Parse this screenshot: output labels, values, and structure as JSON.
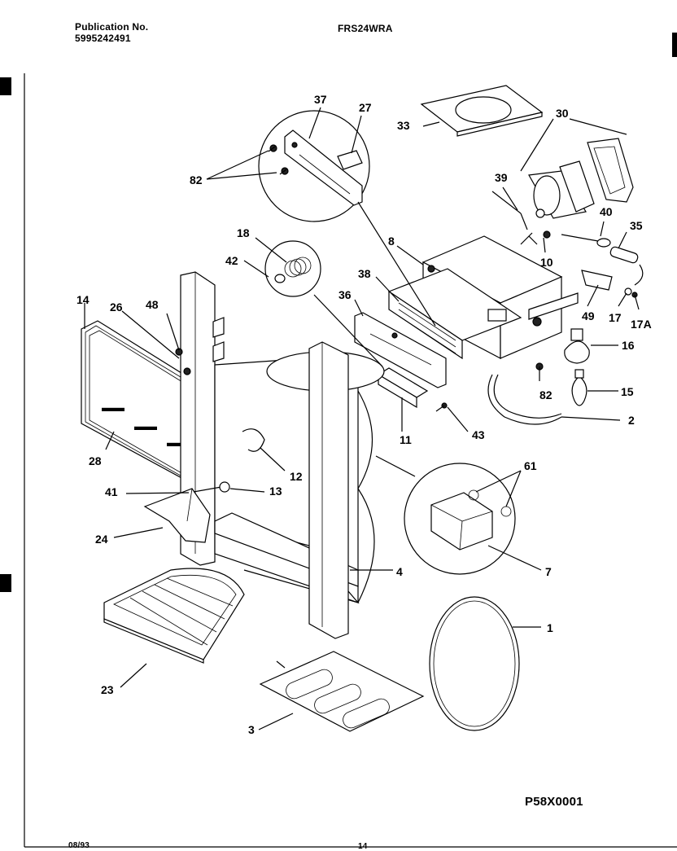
{
  "header": {
    "publication_label": "Publication No.",
    "publication_number": "5995242491",
    "model": "FRS24WRA"
  },
  "footer": {
    "date": "08/93",
    "page": "14",
    "drawing_code": "P58X0001"
  },
  "callouts": [
    {
      "id": "c37",
      "text": "37"
    },
    {
      "id": "c27",
      "text": "27"
    },
    {
      "id": "c33",
      "text": "33"
    },
    {
      "id": "c30",
      "text": "30"
    },
    {
      "id": "c82a",
      "text": "82"
    },
    {
      "id": "c39",
      "text": "39"
    },
    {
      "id": "c18",
      "text": "18"
    },
    {
      "id": "c40",
      "text": "40"
    },
    {
      "id": "c35",
      "text": "35"
    },
    {
      "id": "c42",
      "text": "42"
    },
    {
      "id": "c8",
      "text": "8"
    },
    {
      "id": "c10",
      "text": "10"
    },
    {
      "id": "c38",
      "text": "38"
    },
    {
      "id": "c14",
      "text": "14"
    },
    {
      "id": "c36",
      "text": "36"
    },
    {
      "id": "c26",
      "text": "26"
    },
    {
      "id": "c48",
      "text": "48"
    },
    {
      "id": "c49",
      "text": "49"
    },
    {
      "id": "c17",
      "text": "17"
    },
    {
      "id": "c17A",
      "text": "17A"
    },
    {
      "id": "c16",
      "text": "16"
    },
    {
      "id": "c82b",
      "text": "82"
    },
    {
      "id": "c15",
      "text": "15"
    },
    {
      "id": "c2",
      "text": "2"
    },
    {
      "id": "c11",
      "text": "11"
    },
    {
      "id": "c43",
      "text": "43"
    },
    {
      "id": "c28",
      "text": "28"
    },
    {
      "id": "c12",
      "text": "12"
    },
    {
      "id": "c61",
      "text": "61"
    },
    {
      "id": "c41",
      "text": "41"
    },
    {
      "id": "c13",
      "text": "13"
    },
    {
      "id": "c24",
      "text": "24"
    },
    {
      "id": "c7",
      "text": "7"
    },
    {
      "id": "c4",
      "text": "4"
    },
    {
      "id": "c1",
      "text": "1"
    },
    {
      "id": "c23",
      "text": "23"
    },
    {
      "id": "c3",
      "text": "3"
    }
  ]
}
